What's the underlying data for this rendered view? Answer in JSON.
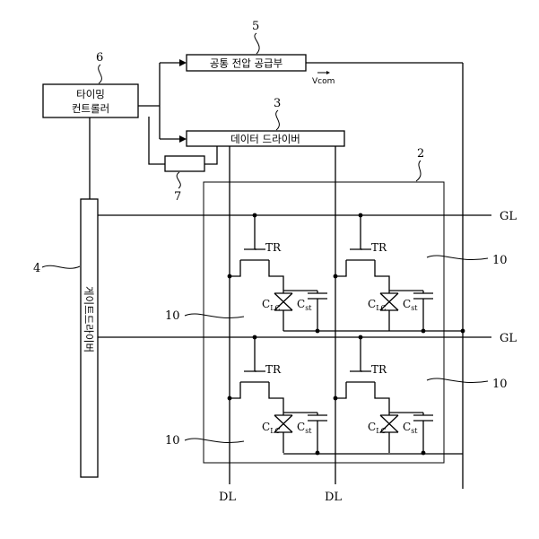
{
  "blocks": {
    "common_voltage_supply": {
      "ref": "5",
      "label": "공통 전압 공급부"
    },
    "timing_controller": {
      "ref": "6",
      "line1": "타이밍",
      "line2": "컨트롤러"
    },
    "data_driver": {
      "ref": "3",
      "label": "데이터 드라이버"
    },
    "gate_driver": {
      "ref": "4",
      "label": "게이트드라이버"
    },
    "aux_block": {
      "ref": "7"
    },
    "panel": {
      "ref": "2"
    }
  },
  "signals": {
    "vcom": "Vcom",
    "gate_line": "GL",
    "data_line": "DL"
  },
  "pixel": {
    "ref": "10",
    "transistor": "TR",
    "lc_cap": {
      "main": "C",
      "sub": "LC"
    },
    "storage_cap": {
      "main": "C",
      "sub": "st"
    }
  }
}
